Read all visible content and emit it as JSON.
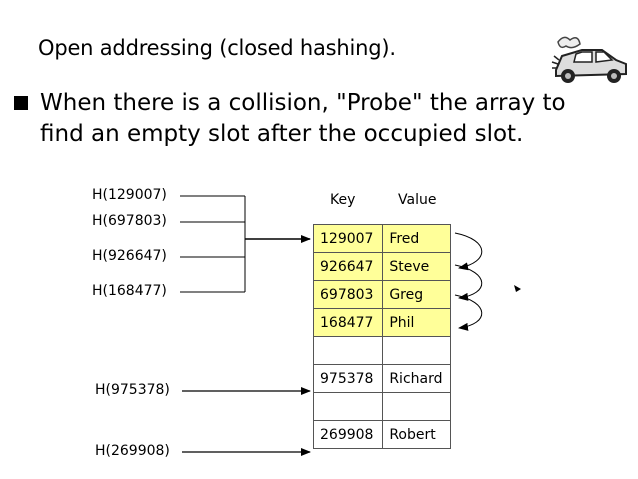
{
  "title": "Open addressing (closed hashing).",
  "bullet": "When there is a collision, \"Probe\" the array to find an empty slot after the occupied slot.",
  "icons": {
    "clipart": "broken-car-icon",
    "bullet": "square-bullet-icon"
  },
  "hash_labels": {
    "h1": "H(129007)",
    "h2": "H(697803)",
    "h3": "H(926647)",
    "h4": "H(168477)",
    "h5": "H(975378)",
    "h6": "H(269908)"
  },
  "table": {
    "headers": {
      "key": "Key",
      "value": "Value"
    },
    "rows": [
      {
        "key": "129007",
        "value": "Fred"
      },
      {
        "key": "926647",
        "value": "Steve"
      },
      {
        "key": "697803",
        "value": "Greg"
      },
      {
        "key": "168477",
        "value": "Phil"
      },
      {
        "key": "",
        "value": ""
      },
      {
        "key": "975378",
        "value": "Richard"
      },
      {
        "key": "",
        "value": ""
      },
      {
        "key": "269908",
        "value": "Robert"
      }
    ]
  },
  "colors": {
    "filled_row": "#ffff99",
    "border": "#555555"
  }
}
